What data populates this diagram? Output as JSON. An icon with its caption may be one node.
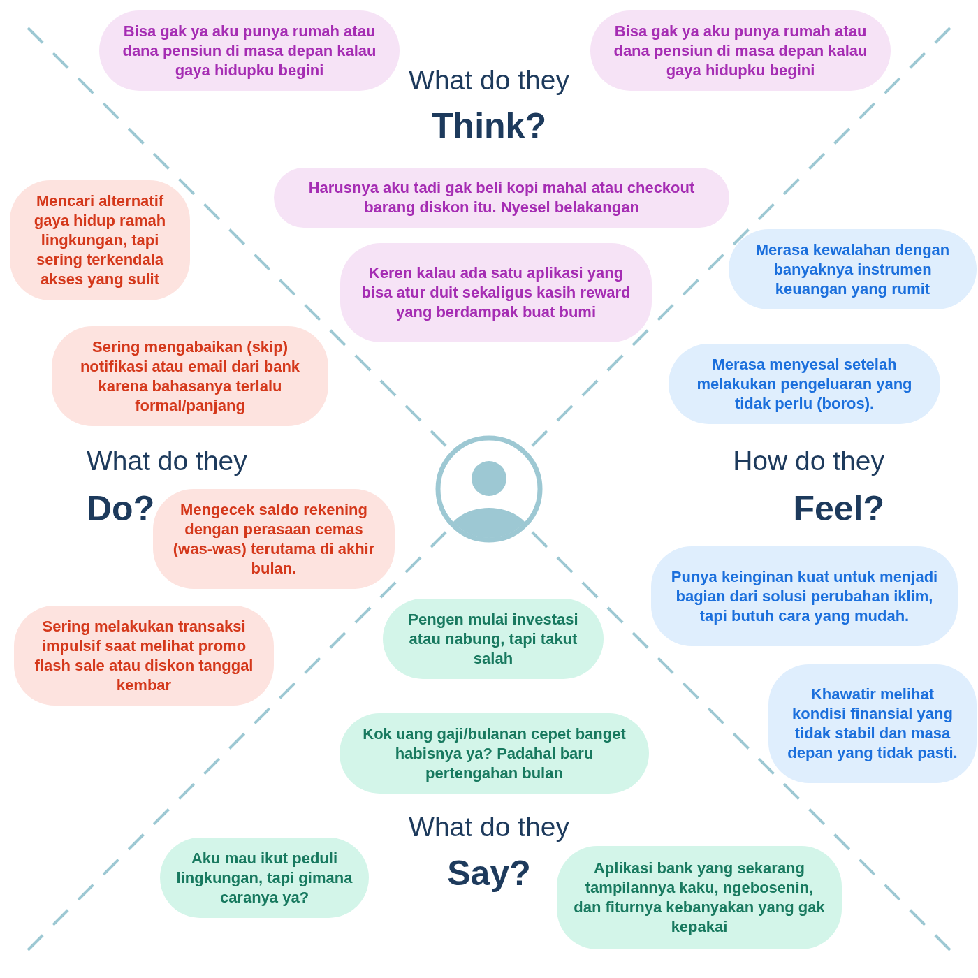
{
  "diagram": {
    "nodes": [
      {
        "text": [
          "Bisa gak ya aku punya rumah atau dana pensiun di masa depan kalau gaya hidupku begini"
        ]
      },
      {
        "text": [
          "Bisa gak ya aku punya rumah atau dana pensiun di masa depan kalau gaya hidupku begini"
        ]
      },
      {
        "text": [
          "Harusnya aku tadi gak beli kopi mahal atau checkout barang diskon itu. Nyesel belakangan"
        ]
      },
      {
        "text": [
          "Keren kalau ada satu aplikasi yang bisa atur duit sekaligus kasih reward yang berdampak buat bumi"
        ]
      },
      {
        "text": [
          "Mencari alternatif gaya hidup ramah lingkungan, tapi sering terkendala akses yang sulit"
        ]
      },
      {
        "text": [
          "Sering mengabaikan (skip) notifikasi atau email dari bank karena bahasanya terlalu formal/panjang"
        ]
      },
      {
        "text": [
          "Mengecek saldo rekening dengan perasaan cemas (was-was) terutama di akhir bulan."
        ]
      },
      {
        "text": [
          "Sering melakukan transaksi impulsif saat melihat promo flash sale atau diskon tanggal kembar"
        ]
      },
      {
        "text": [
          "Merasa kewalahan dengan banyaknya instrumen keuangan yang rumit"
        ]
      },
      {
        "text": [
          "Merasa menyesal setelah melakukan pengeluaran yang tidak perlu (boros)."
        ]
      },
      {
        "text": [
          "Punya keinginan kuat untuk menjadi bagian dari solusi perubahan iklim, tapi butuh cara yang mudah."
        ]
      },
      {
        "text": [
          "Khawatir melihat kondisi finansial yang tidak stabil dan masa depan yang tidak pasti."
        ]
      },
      {
        "text": [
          "Pengen mulai investasi atau nabung, tapi takut salah"
        ]
      },
      {
        "text": [
          "Kok uang gaji/bulanan cepet banget habisnya ya? Padahal baru pertengahan bulan"
        ]
      },
      {
        "text": [
          "Aku mau ikut peduli lingkungan, tapi gimana caranya ya?"
        ]
      },
      {
        "text": [
          "Aplikasi bank yang sekarang tampilannya kaku, ngebosenin, dan fiturnya kebanyakan yang gak kepakai"
        ]
      }
    ],
    "labels": [
      "What do they",
      "Think?",
      "What do they",
      "Do?",
      "How do they",
      "Feel?",
      "What do they",
      "Say?"
    ]
  }
}
